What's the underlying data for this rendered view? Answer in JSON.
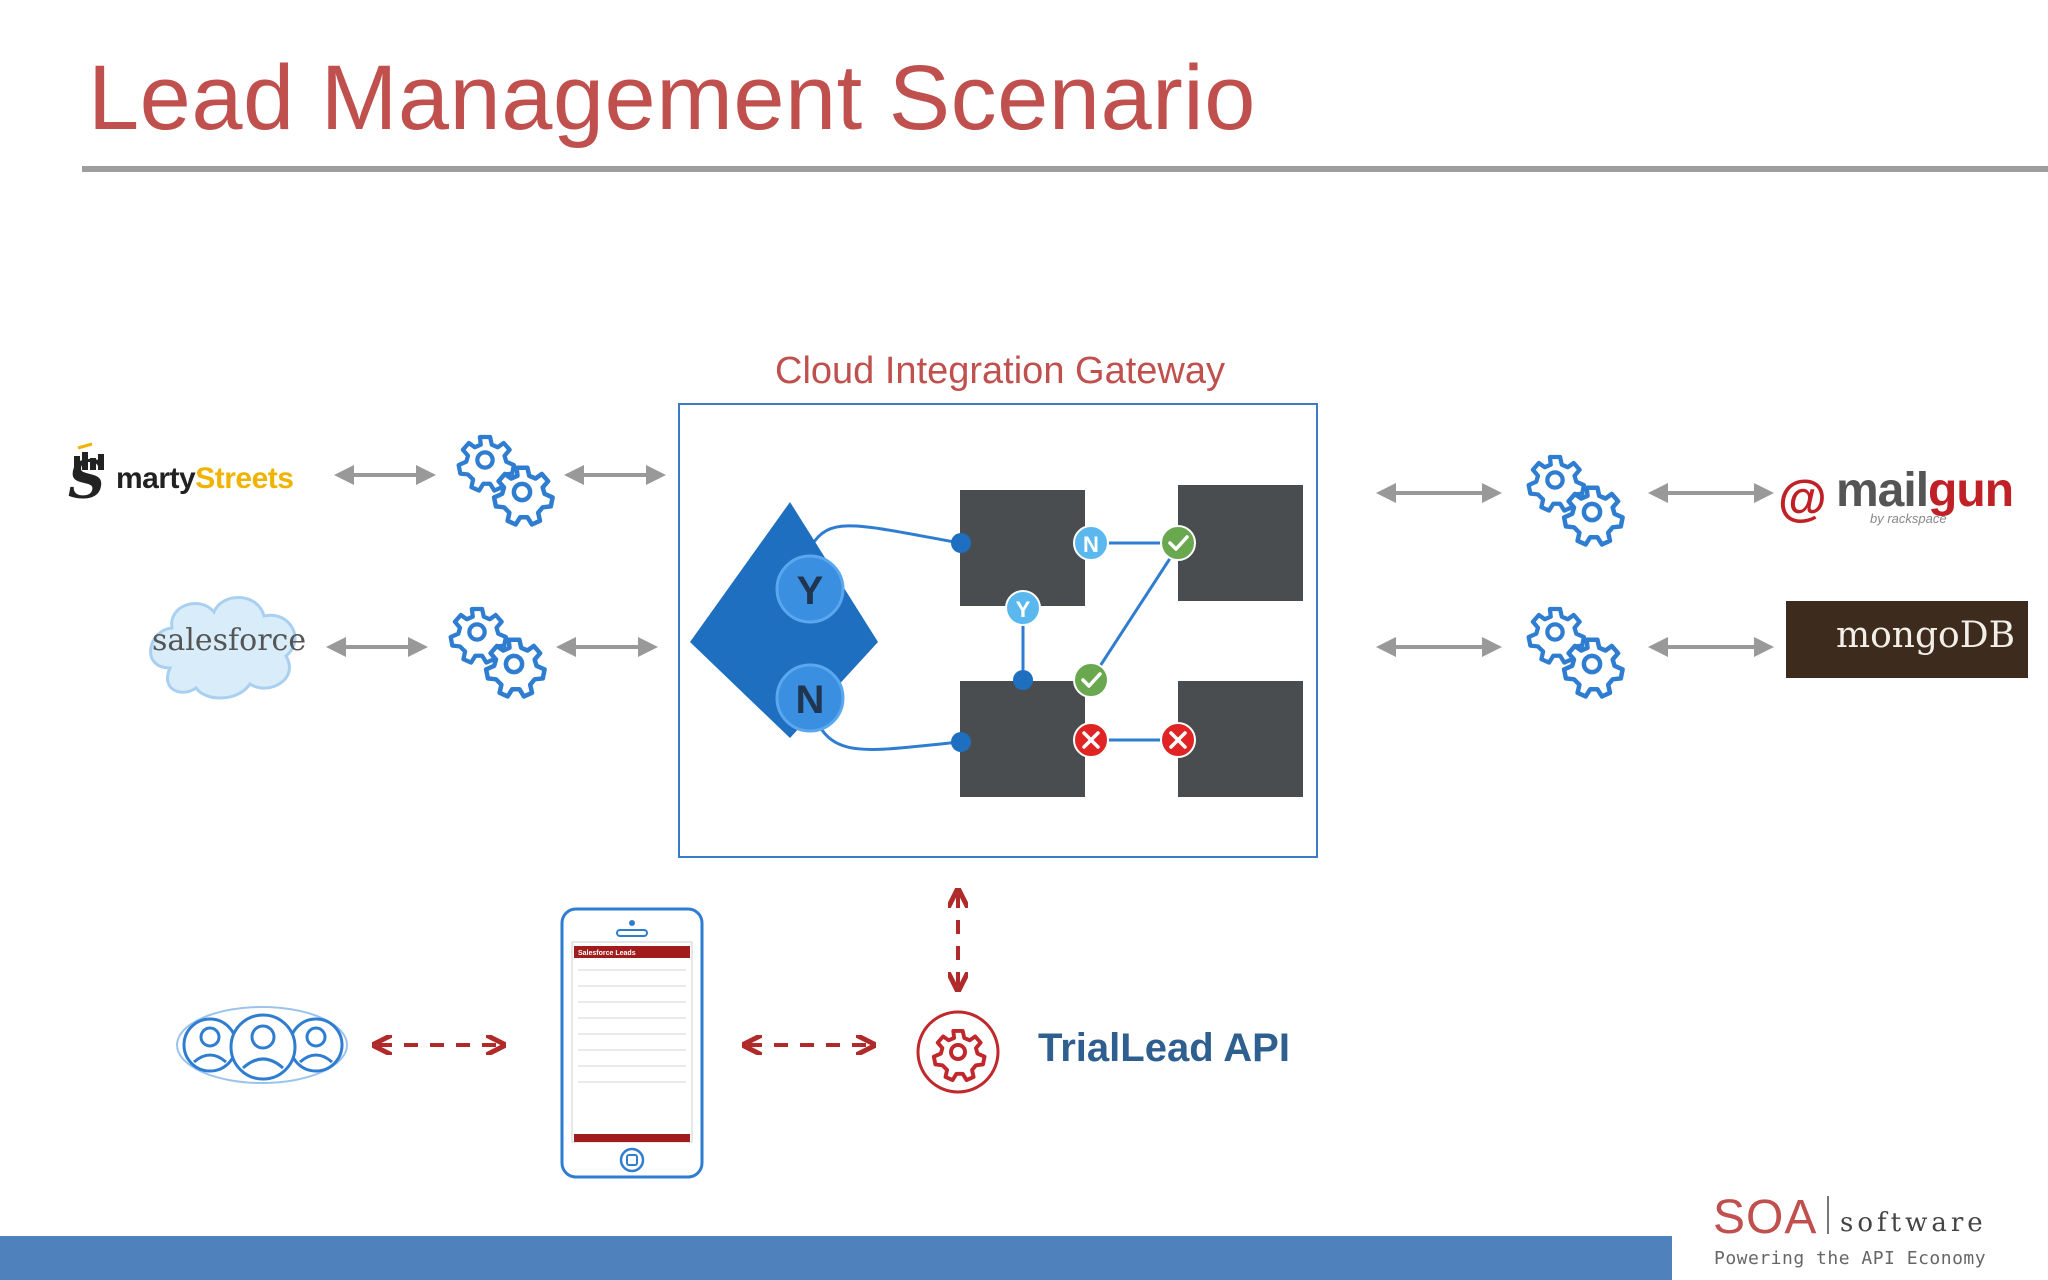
{
  "slide": {
    "title": "Lead Management Scenario",
    "gateway_title": "Cloud Integration Gateway",
    "api_label": "TrialLead API"
  },
  "logos": {
    "smarty_s": "S",
    "smarty_mid": "marty",
    "smarty_streets": "Streets",
    "salesforce": "salesforce",
    "mailgun_at": "@",
    "mailgun_mail": "mail",
    "mailgun_gun": "gun",
    "mailgun_by": "by rackspace",
    "mongodb": "mongoDB"
  },
  "flow": {
    "decision_yes": "Y",
    "decision_no": "N",
    "node_n": "N",
    "node_y": "Y"
  },
  "phone": {
    "header_title": "Salesforce Leads"
  },
  "branding": {
    "company": "SOA",
    "company_suffix": "software",
    "tagline": "Powering the API Economy"
  },
  "colors": {
    "title_red": "#c0504d",
    "gear_blue": "#2f7dd1",
    "diamond_blue": "#1e6fc0",
    "node_dark": "#4a4d50",
    "check_green": "#6aa84f",
    "error_red": "#e02424",
    "footer_blue": "#4f81bd",
    "api_text": "#2f5f8f"
  },
  "icons": [
    "gears-icon",
    "users-icon",
    "smartphone-icon",
    "api-gear-icon",
    "check-icon",
    "x-icon"
  ]
}
